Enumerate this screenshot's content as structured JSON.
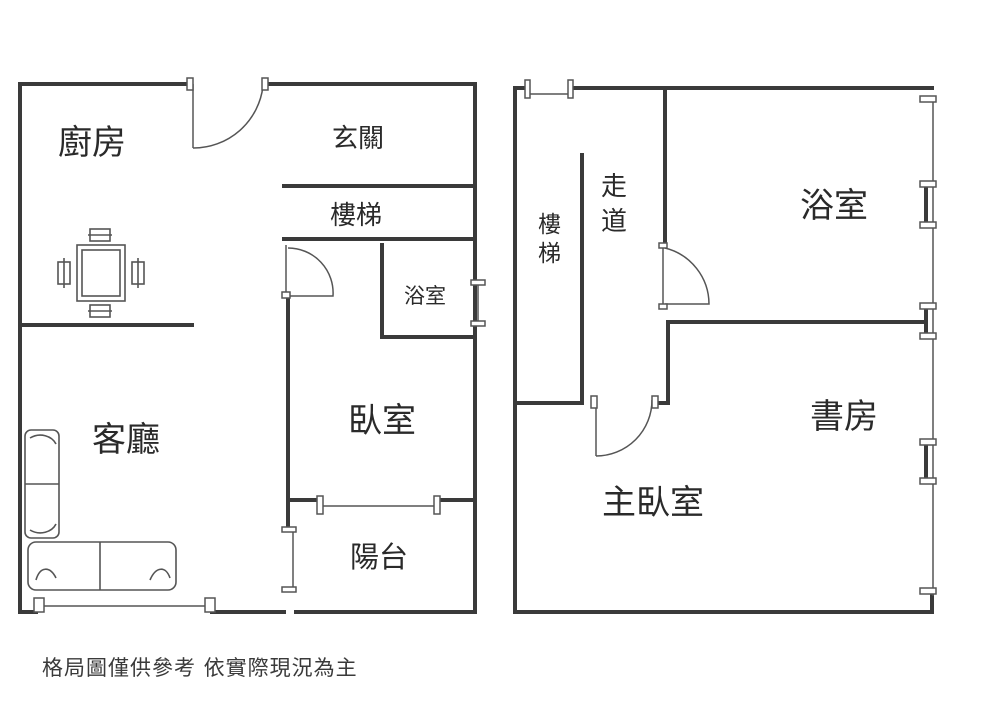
{
  "floor_a": {
    "rooms": {
      "kitchen": "廚房",
      "entrance": "玄關",
      "stairs": "樓梯",
      "bathroom": "浴室",
      "living_room": "客廳",
      "bedroom": "臥室",
      "balcony": "陽台"
    }
  },
  "floor_b": {
    "rooms": {
      "stairs_top": "樓",
      "stairs_bottom": "梯",
      "corridor_top": "走",
      "corridor_bottom": "道",
      "bathroom": "浴室",
      "study": "書房",
      "master_bedroom": "主臥室"
    }
  },
  "footer": {
    "disclaimer": "格局圖僅供參考  依實際現況為主"
  },
  "colors": {
    "wall": "#3a3a3a",
    "fixture": "#555555",
    "text": "#2a2a2a"
  }
}
